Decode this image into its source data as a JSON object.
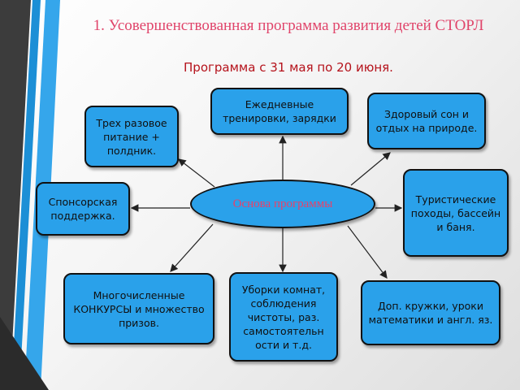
{
  "title": "1.   Усовершенствованная программа развития детей СТОРЛ",
  "subtitle": "Программа с 31 мая по 20 июня.",
  "colors": {
    "box": "#2aa1ea",
    "title": "#e0446a",
    "subtitle": "#b5121b",
    "center_text": "#e8416a"
  },
  "center": {
    "label": "Основа программы"
  },
  "nodes": {
    "training": "Ежедневные тренировки, зарядки",
    "sleep": "Здоровый сон и отдых на природе.",
    "meals": "Трех разовое питание + полдник.",
    "sponsor": "Спонсорская поддержка.",
    "hiking": "Туристические походы, бассейн и баня.",
    "contests": "Многочисленные КОНКУРСЫ и множество призов.",
    "cleaning": "Уборки комнат, соблюдения чистоты, раз. самостоятельн ости и т.д.",
    "clubs": "Доп. кружки, уроки математики и англ. яз."
  }
}
